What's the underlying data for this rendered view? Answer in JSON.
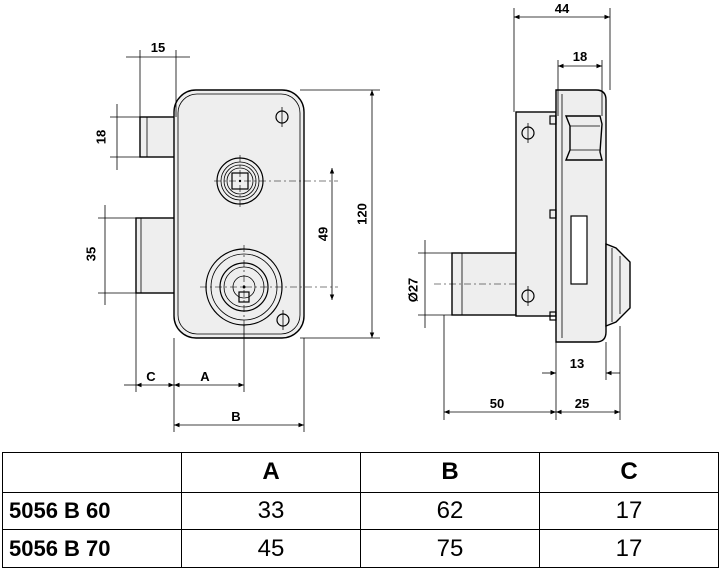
{
  "dimensions": {
    "front_width_top": "15",
    "front_bolt_height": "18",
    "front_cylinder_height": "35",
    "front_key_spacing": "49",
    "front_height": "120",
    "front_c": "C",
    "front_a": "A",
    "front_b": "B",
    "side_total_width": "44",
    "side_knob_width": "18",
    "side_diameter": "Ø27",
    "side_cylinder_length": "50",
    "side_body_width": "25",
    "side_plate_width": "13"
  },
  "table": {
    "headers": [
      "",
      "A",
      "B",
      "C"
    ],
    "rows": [
      {
        "model": "5056 B 60",
        "a": "33",
        "b": "62",
        "c": "17"
      },
      {
        "model": "5056 B 70",
        "a": "45",
        "b": "75",
        "c": "17"
      }
    ]
  }
}
